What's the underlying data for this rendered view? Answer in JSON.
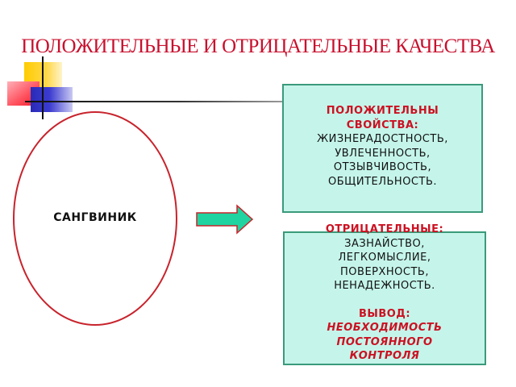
{
  "slide": {
    "title": "ПОЛОЖИТЕЛЬНЫЕ  И ОТРИЦАТЕЛЬНЫЕ КАЧЕСТВА",
    "temperament": "САНГВИНИК",
    "positive": {
      "heading_line1": "ПОЛОЖИТЕЛЬНЫ",
      "heading_line2": "СВОЙСТВА:",
      "items": [
        "ЖИЗНЕРАДОСТНОСТЬ,",
        "УВЛЕЧЕННОСТЬ,",
        "ОТЗЫВЧИВОСТЬ,",
        "ОБЩИТЕЛЬНОСТЬ."
      ]
    },
    "negative": {
      "heading": "ОТРИЦАТЕЛЬНЫЕ:",
      "items": [
        "ЗАЗНАЙСТВО,",
        "ЛЕГКОМЫСЛИЕ,",
        "ПОВЕРХНОСТЬ,",
        "НЕНАДЕЖНОСТЬ."
      ]
    },
    "conclusion": {
      "heading": "ВЫВОД:",
      "lines": [
        "НЕОБХОДИМОСТЬ",
        "ПОСТОЯННОГО",
        "КОНТРОЛЯ"
      ]
    },
    "colors": {
      "title": "#c8102e",
      "box_fill": "#c5f5ea",
      "box_border": "#3a9a7a",
      "arrow_fill": "#1fd4a0",
      "ellipse_border": "#c8232c"
    }
  }
}
